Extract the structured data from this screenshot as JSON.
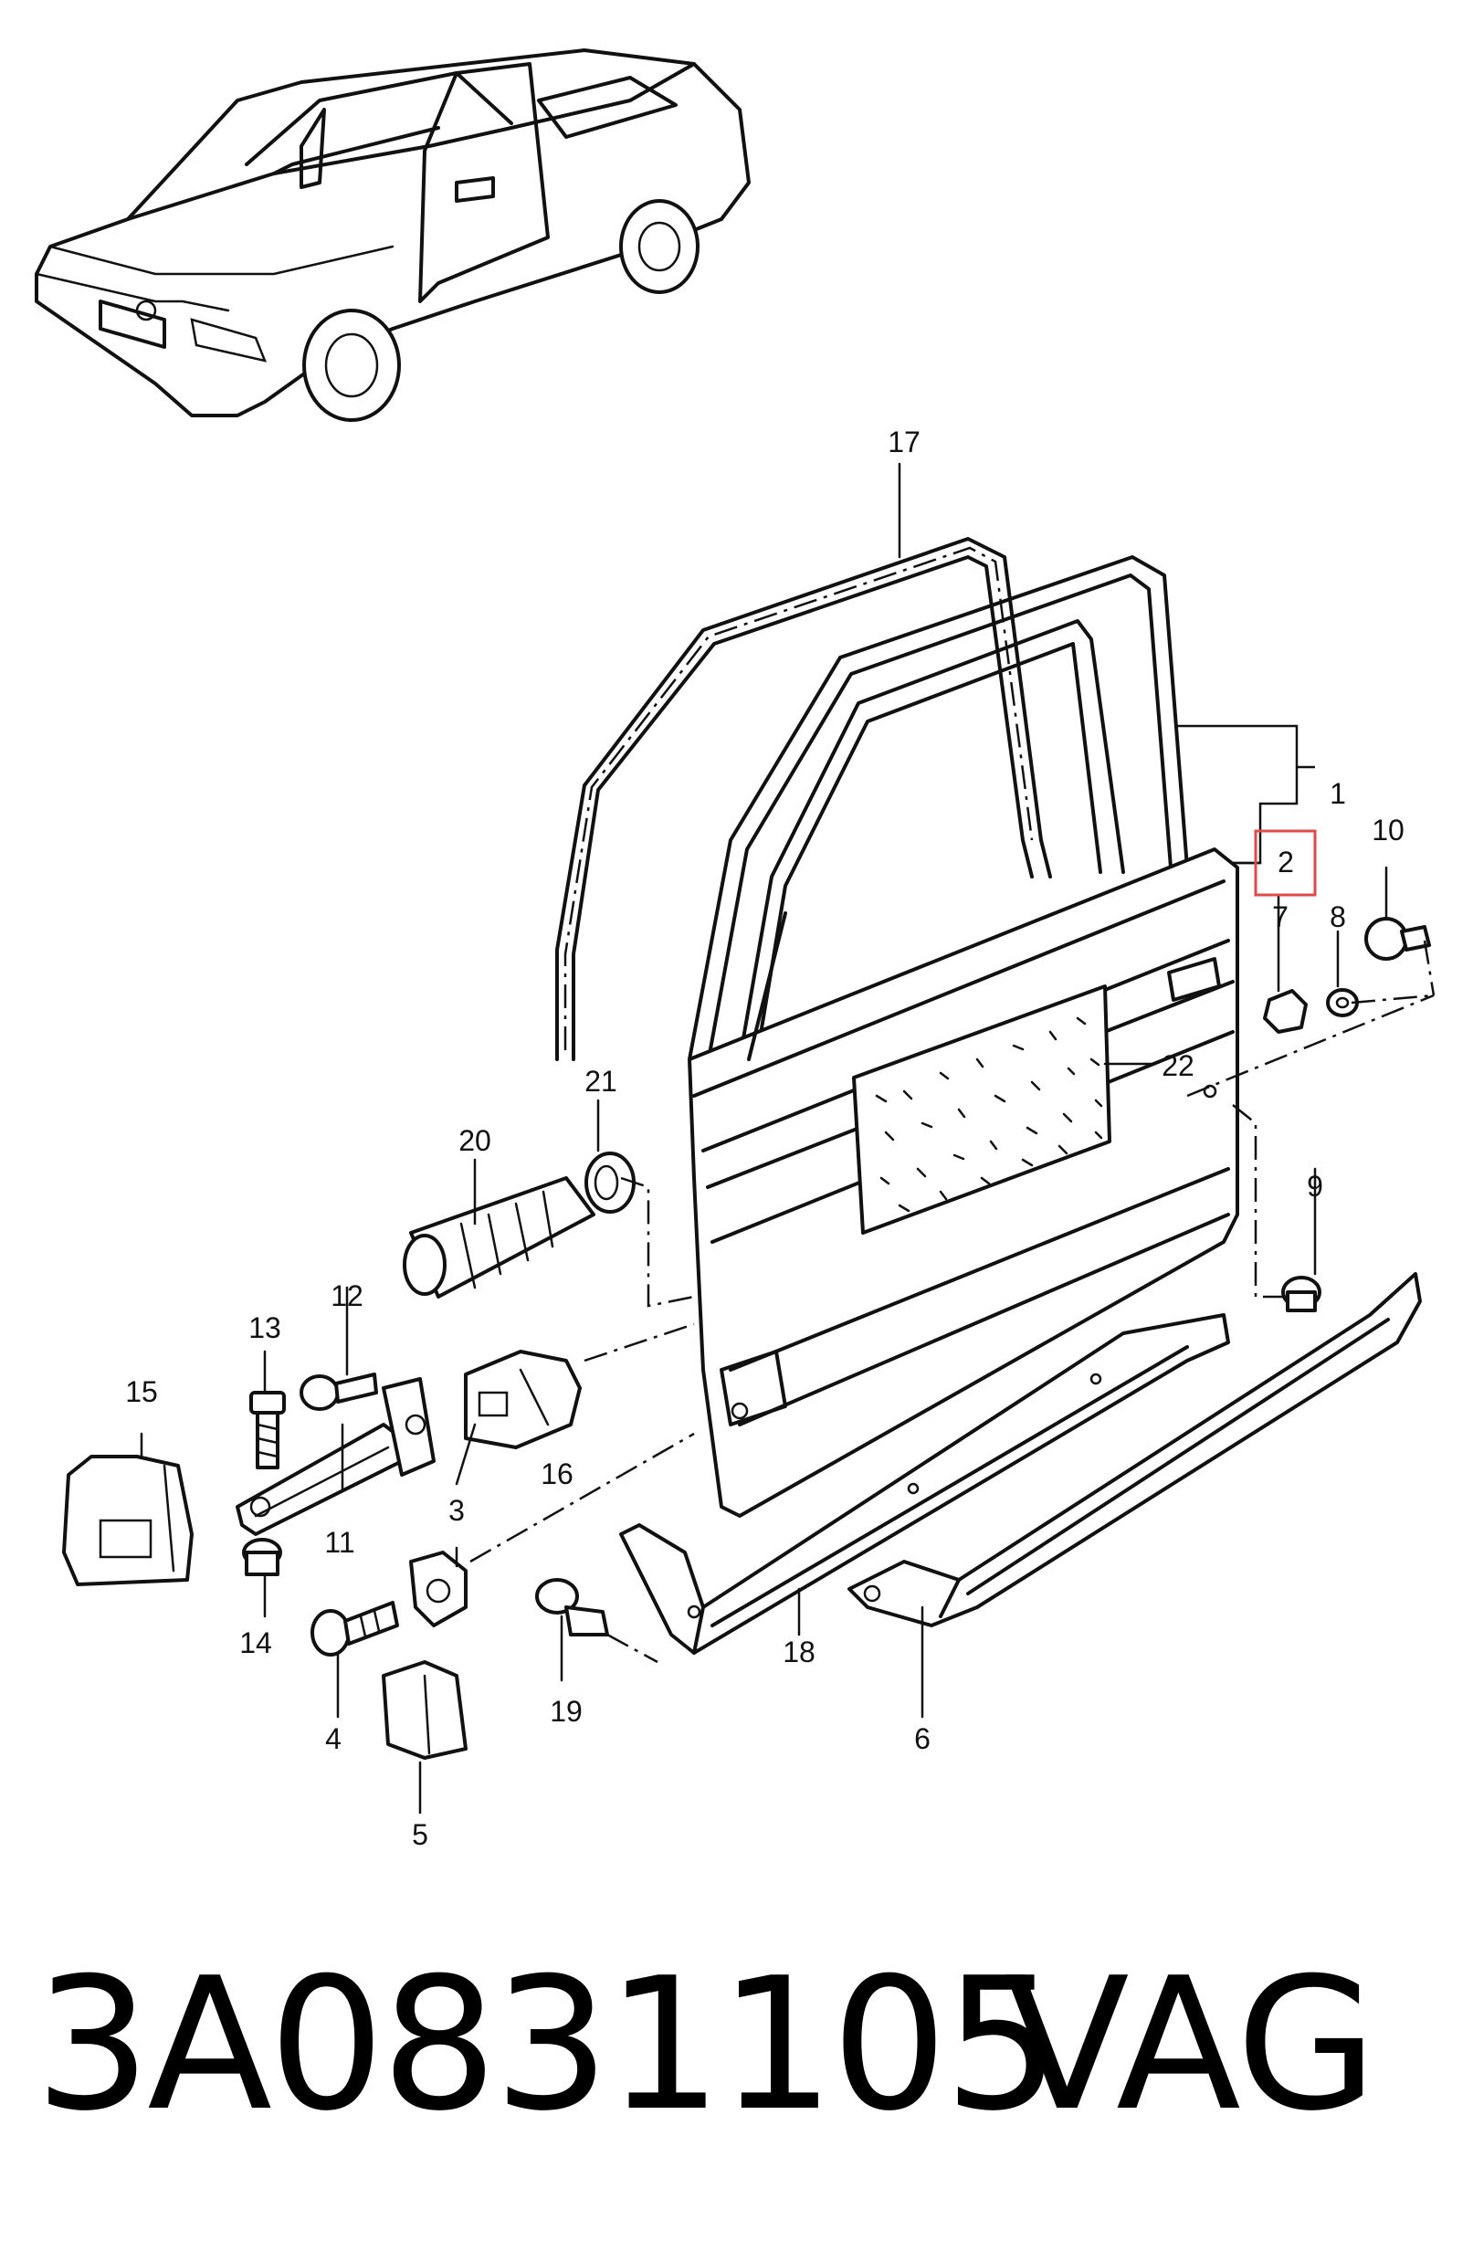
{
  "callouts": [
    {
      "id": "c1",
      "label": "1"
    },
    {
      "id": "c2",
      "label": "2"
    },
    {
      "id": "c3",
      "label": "3"
    },
    {
      "id": "c4",
      "label": "4"
    },
    {
      "id": "c5",
      "label": "5"
    },
    {
      "id": "c6",
      "label": "6"
    },
    {
      "id": "c7",
      "label": "7"
    },
    {
      "id": "c8",
      "label": "8"
    },
    {
      "id": "c9",
      "label": "9"
    },
    {
      "id": "c10",
      "label": "10"
    },
    {
      "id": "c11",
      "label": "11"
    },
    {
      "id": "c12",
      "label": "12"
    },
    {
      "id": "c13",
      "label": "13"
    },
    {
      "id": "c14",
      "label": "14"
    },
    {
      "id": "c15",
      "label": "15"
    },
    {
      "id": "c16",
      "label": "16"
    },
    {
      "id": "c17",
      "label": "17"
    },
    {
      "id": "c18",
      "label": "18"
    },
    {
      "id": "c19",
      "label": "19"
    },
    {
      "id": "c20",
      "label": "20"
    },
    {
      "id": "c21",
      "label": "21"
    },
    {
      "id": "c22",
      "label": "22"
    }
  ],
  "highlight": {
    "label": "2",
    "color": "#e04a4a"
  },
  "footer": {
    "part_number": "3A0831105",
    "brand": "VAG"
  }
}
